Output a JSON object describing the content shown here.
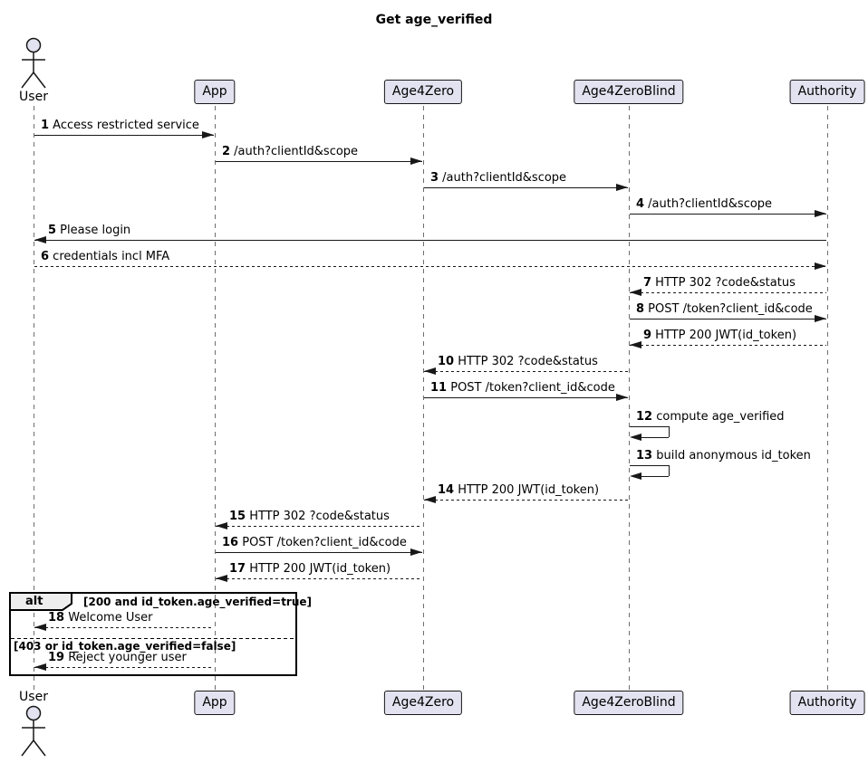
{
  "title": "Get age_verified",
  "colors": {
    "participant_fill": "#E2E2F0",
    "participant_border": "#181818",
    "arrow": "#181818",
    "lifeline": "#6e6e6e",
    "alt_header_fill": "#EEEEEE",
    "background": "#ffffff"
  },
  "participants": [
    {
      "name": "User",
      "type": "actor"
    },
    {
      "name": "App",
      "type": "box"
    },
    {
      "name": "Age4Zero",
      "type": "box"
    },
    {
      "name": "Age4ZeroBlind",
      "type": "box"
    },
    {
      "name": "Authority",
      "type": "box"
    }
  ],
  "messages": [
    {
      "num": "1",
      "text": "Access restricted service",
      "from": "User",
      "to": "App",
      "line": "solid"
    },
    {
      "num": "2",
      "text": "/auth?clientId&scope",
      "from": "App",
      "to": "Age4Zero",
      "line": "solid"
    },
    {
      "num": "3",
      "text": "/auth?clientId&scope",
      "from": "Age4Zero",
      "to": "Age4ZeroBlind",
      "line": "solid"
    },
    {
      "num": "4",
      "text": "/auth?clientId&scope",
      "from": "Age4ZeroBlind",
      "to": "Authority",
      "line": "solid"
    },
    {
      "num": "5",
      "text": "Please login",
      "from": "Authority",
      "to": "User",
      "line": "solid"
    },
    {
      "num": "6",
      "text": "credentials incl MFA",
      "from": "User",
      "to": "Authority",
      "line": "dashed"
    },
    {
      "num": "7",
      "text": "HTTP 302 ?code&status",
      "from": "Authority",
      "to": "Age4ZeroBlind",
      "line": "dashed"
    },
    {
      "num": "8",
      "text": "POST /token?client_id&code",
      "from": "Age4ZeroBlind",
      "to": "Authority",
      "line": "solid"
    },
    {
      "num": "9",
      "text": "HTTP 200 JWT(id_token)",
      "from": "Authority",
      "to": "Age4ZeroBlind",
      "line": "dashed"
    },
    {
      "num": "10",
      "text": "HTTP 302 ?code&status",
      "from": "Age4ZeroBlind",
      "to": "Age4Zero",
      "line": "dashed"
    },
    {
      "num": "11",
      "text": "POST /token?client_id&code",
      "from": "Age4Zero",
      "to": "Age4ZeroBlind",
      "line": "solid"
    },
    {
      "num": "12",
      "text": "compute age_verified",
      "from": "Age4ZeroBlind",
      "to": "Age4ZeroBlind",
      "line": "solid"
    },
    {
      "num": "13",
      "text": "build anonymous id_token",
      "from": "Age4ZeroBlind",
      "to": "Age4ZeroBlind",
      "line": "solid"
    },
    {
      "num": "14",
      "text": "HTTP 200 JWT(id_token)",
      "from": "Age4ZeroBlind",
      "to": "Age4Zero",
      "line": "dashed"
    },
    {
      "num": "15",
      "text": "HTTP 302 ?code&status",
      "from": "Age4Zero",
      "to": "App",
      "line": "dashed"
    },
    {
      "num": "16",
      "text": "POST /token?client_id&code",
      "from": "App",
      "to": "Age4Zero",
      "line": "solid"
    },
    {
      "num": "17",
      "text": "HTTP 200 JWT(id_token)",
      "from": "Age4Zero",
      "to": "App",
      "line": "dashed"
    },
    {
      "num": "18",
      "text": "Welcome User",
      "from": "App",
      "to": "User",
      "line": "dashed"
    },
    {
      "num": "19",
      "text": "Reject younger user",
      "from": "App",
      "to": "User",
      "line": "dashed"
    }
  ],
  "alt_frame": {
    "label": "alt",
    "guard1": "[200 and id_token.age_verified=true]",
    "guard2": "[403 or id_token.age_verified=false]"
  }
}
